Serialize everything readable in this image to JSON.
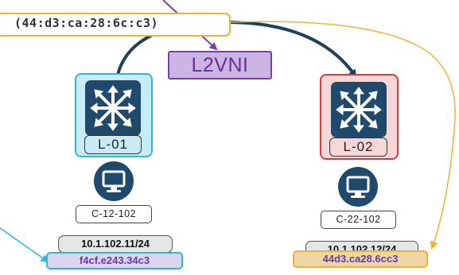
{
  "mac_callout": {
    "text": "(44:d3:ca:28:6c:c3)"
  },
  "vni": {
    "label": "L2VNI"
  },
  "leaves": [
    {
      "label": "L-01",
      "icon": "switch-icon",
      "color": "#2db6dc"
    },
    {
      "label": "L-02",
      "icon": "switch-icon",
      "color": "#d93a3a"
    }
  ],
  "endpoints": [
    {
      "name": "C-12-102",
      "ip": "10.1.102.11/24",
      "mac": "f4cf.e243.34c3",
      "icon": "monitor-icon"
    },
    {
      "name": "C-22-102",
      "ip": "10.1.102.12/24",
      "mac": "44d3.ca28.6cc3",
      "icon": "monitor-icon"
    }
  ],
  "colors": {
    "navy": "#1f4a6b",
    "purple": "#7b3fa8",
    "orange": "#f2b134",
    "cyan": "#2db6dc",
    "red": "#d93a3a"
  }
}
